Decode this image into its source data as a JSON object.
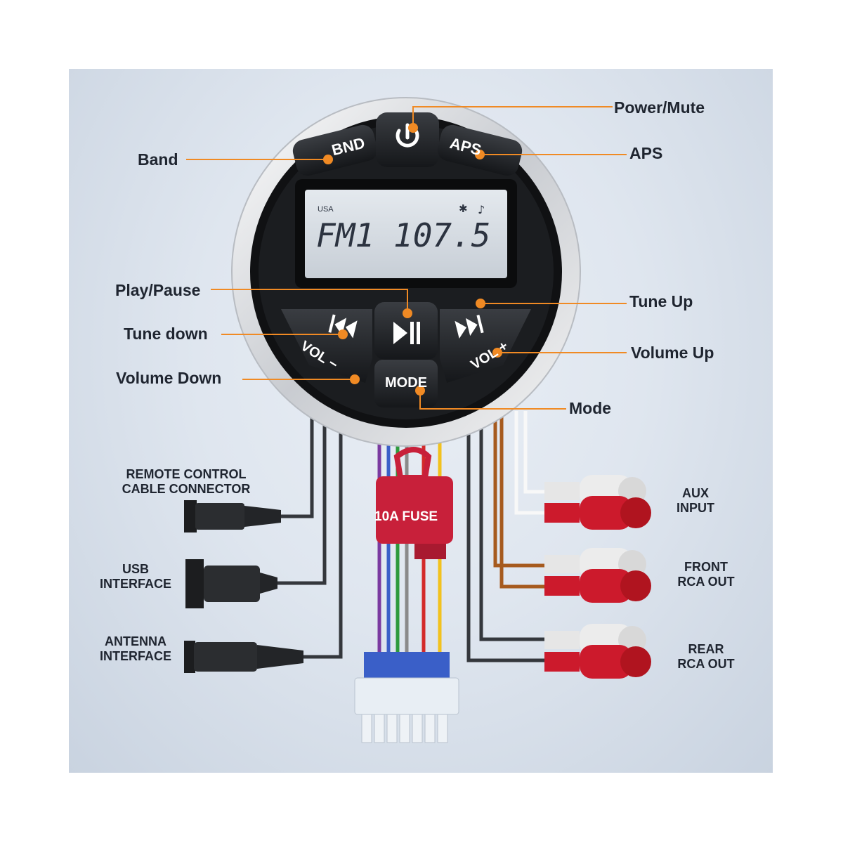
{
  "callouts": {
    "power_mute": "Power/Mute",
    "band": "Band",
    "aps": "APS",
    "play_pause": "Play/Pause",
    "tune_up": "Tune Up",
    "tune_down": "Tune down",
    "volume_up": "Volume Up",
    "volume_down": "Volume Down",
    "mode": "Mode"
  },
  "buttons": {
    "bnd": "BND",
    "aps": "APS",
    "mode": "MODE",
    "vol_minus": "VOL −",
    "vol_plus": "VOL +"
  },
  "display": {
    "region": "USA",
    "band": "FM1",
    "frequency": "107.5"
  },
  "connectors": {
    "remote": "REMOTE CONTROL\nCABLE CONNECTOR",
    "usb": "USB\nINTERFACE",
    "antenna": "ANTENNA\nINTERFACE",
    "aux": "AUX\nINPUT",
    "front": "FRONT\nRCA OUT",
    "rear": "REAR\nRCA OUT",
    "fuse": "10A FUSE"
  },
  "colors": {
    "callout_line": "#f08a24",
    "rca_red": "#cc1a2c",
    "rca_white": "#ececec",
    "fuse": "#c8203a"
  }
}
